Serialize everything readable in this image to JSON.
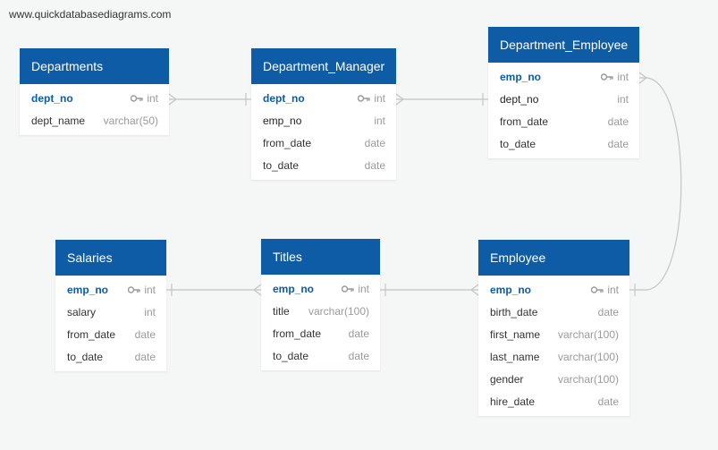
{
  "watermark": "www.quickdatabasediagrams.com",
  "colors": {
    "header": "#0d5ca5",
    "background": "#f5f6f6",
    "connector": "#c4c4c4"
  },
  "tables": [
    {
      "id": "departments",
      "name": "Departments",
      "columns": [
        {
          "name": "dept_no",
          "type": "int",
          "pk": true,
          "fk": false
        },
        {
          "name": "dept_name",
          "type": "varchar(50)",
          "pk": false,
          "fk": false
        }
      ]
    },
    {
      "id": "dept_manager",
      "name": "Department_Manager",
      "columns": [
        {
          "name": "dept_no",
          "type": "int",
          "pk": true,
          "fk": false
        },
        {
          "name": "emp_no",
          "type": "int",
          "pk": false,
          "fk": true
        },
        {
          "name": "from_date",
          "type": "date",
          "pk": false,
          "fk": false
        },
        {
          "name": "to_date",
          "type": "date",
          "pk": false,
          "fk": false
        }
      ]
    },
    {
      "id": "dept_employee",
      "name": "Department_Employee",
      "columns": [
        {
          "name": "emp_no",
          "type": "int",
          "pk": true,
          "fk": false
        },
        {
          "name": "dept_no",
          "type": "int",
          "pk": false,
          "fk": true
        },
        {
          "name": "from_date",
          "type": "date",
          "pk": false,
          "fk": false
        },
        {
          "name": "to_date",
          "type": "date",
          "pk": false,
          "fk": false
        }
      ]
    },
    {
      "id": "salaries",
      "name": "Salaries",
      "columns": [
        {
          "name": "emp_no",
          "type": "int",
          "pk": true,
          "fk": false
        },
        {
          "name": "salary",
          "type": "int",
          "pk": false,
          "fk": false
        },
        {
          "name": "from_date",
          "type": "date",
          "pk": false,
          "fk": false
        },
        {
          "name": "to_date",
          "type": "date",
          "pk": false,
          "fk": false
        }
      ]
    },
    {
      "id": "titles",
      "name": "Titles",
      "columns": [
        {
          "name": "emp_no",
          "type": "int",
          "pk": true,
          "fk": false
        },
        {
          "name": "title",
          "type": "varchar(100)",
          "pk": false,
          "fk": false
        },
        {
          "name": "from_date",
          "type": "date",
          "pk": false,
          "fk": false
        },
        {
          "name": "to_date",
          "type": "date",
          "pk": false,
          "fk": false
        }
      ]
    },
    {
      "id": "employee",
      "name": "Employee",
      "columns": [
        {
          "name": "emp_no",
          "type": "int",
          "pk": true,
          "fk": false
        },
        {
          "name": "birth_date",
          "type": "date",
          "pk": false,
          "fk": false
        },
        {
          "name": "first_name",
          "type": "varchar(100)",
          "pk": false,
          "fk": false
        },
        {
          "name": "last_name",
          "type": "varchar(100)",
          "pk": false,
          "fk": false
        },
        {
          "name": "gender",
          "type": "varchar(100)",
          "pk": false,
          "fk": false
        },
        {
          "name": "hire_date",
          "type": "date",
          "pk": false,
          "fk": false
        }
      ]
    }
  ],
  "relationships": [
    {
      "from": "departments.dept_no",
      "to": "dept_manager.dept_no",
      "from_end": "many",
      "to_end": "one"
    },
    {
      "from": "dept_manager.dept_no",
      "to": "dept_employee.dept_no",
      "from_end": "many",
      "to_end": "one"
    },
    {
      "from": "dept_employee.emp_no",
      "to": "employee.emp_no",
      "from_end": "many",
      "to_end": "one"
    },
    {
      "from": "titles.emp_no",
      "to": "salaries.emp_no",
      "from_end": "many",
      "to_end": "one"
    },
    {
      "from": "employee.emp_no",
      "to": "titles.emp_no",
      "from_end": "many",
      "to_end": "one"
    }
  ]
}
